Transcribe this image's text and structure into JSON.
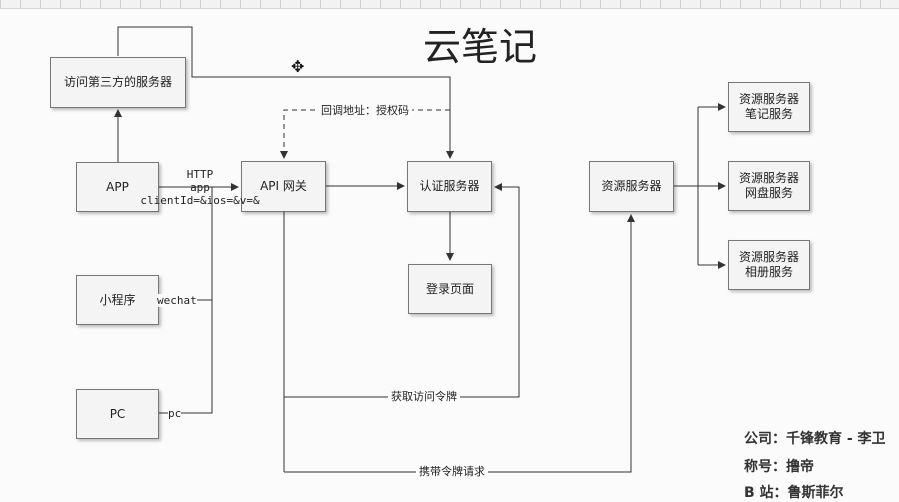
{
  "title": "云笔记",
  "nodes": {
    "third_party": "访问第三方的服务器",
    "app": "APP",
    "mini_program": "小程序",
    "pc": "PC",
    "gateway": "API 网关",
    "auth_server": "认证服务器",
    "login_page": "登录页面",
    "resource_server": "资源服务器",
    "res_note": [
      "资源服务器",
      "笔记服务"
    ],
    "res_disk": [
      "资源服务器",
      "网盘服务"
    ],
    "res_album": [
      "资源服务器",
      "相册服务"
    ]
  },
  "edge_labels": {
    "callback": "回调地址：授权码",
    "app_http": [
      "HTTP",
      "app",
      "clientId=&ios=&v=&"
    ],
    "wechat": "wechat",
    "pc": "pc",
    "get_token": "获取访问令牌",
    "carry_token": "携带令牌请求"
  },
  "footer": {
    "company": "公司：千锋教育 - 李卫",
    "nickname": "称号：撸帝",
    "bstation": "B 站：鲁斯菲尔"
  },
  "colors": {
    "line": "#333333",
    "node_fill": "#f4f4f4",
    "node_border": "#777777"
  }
}
